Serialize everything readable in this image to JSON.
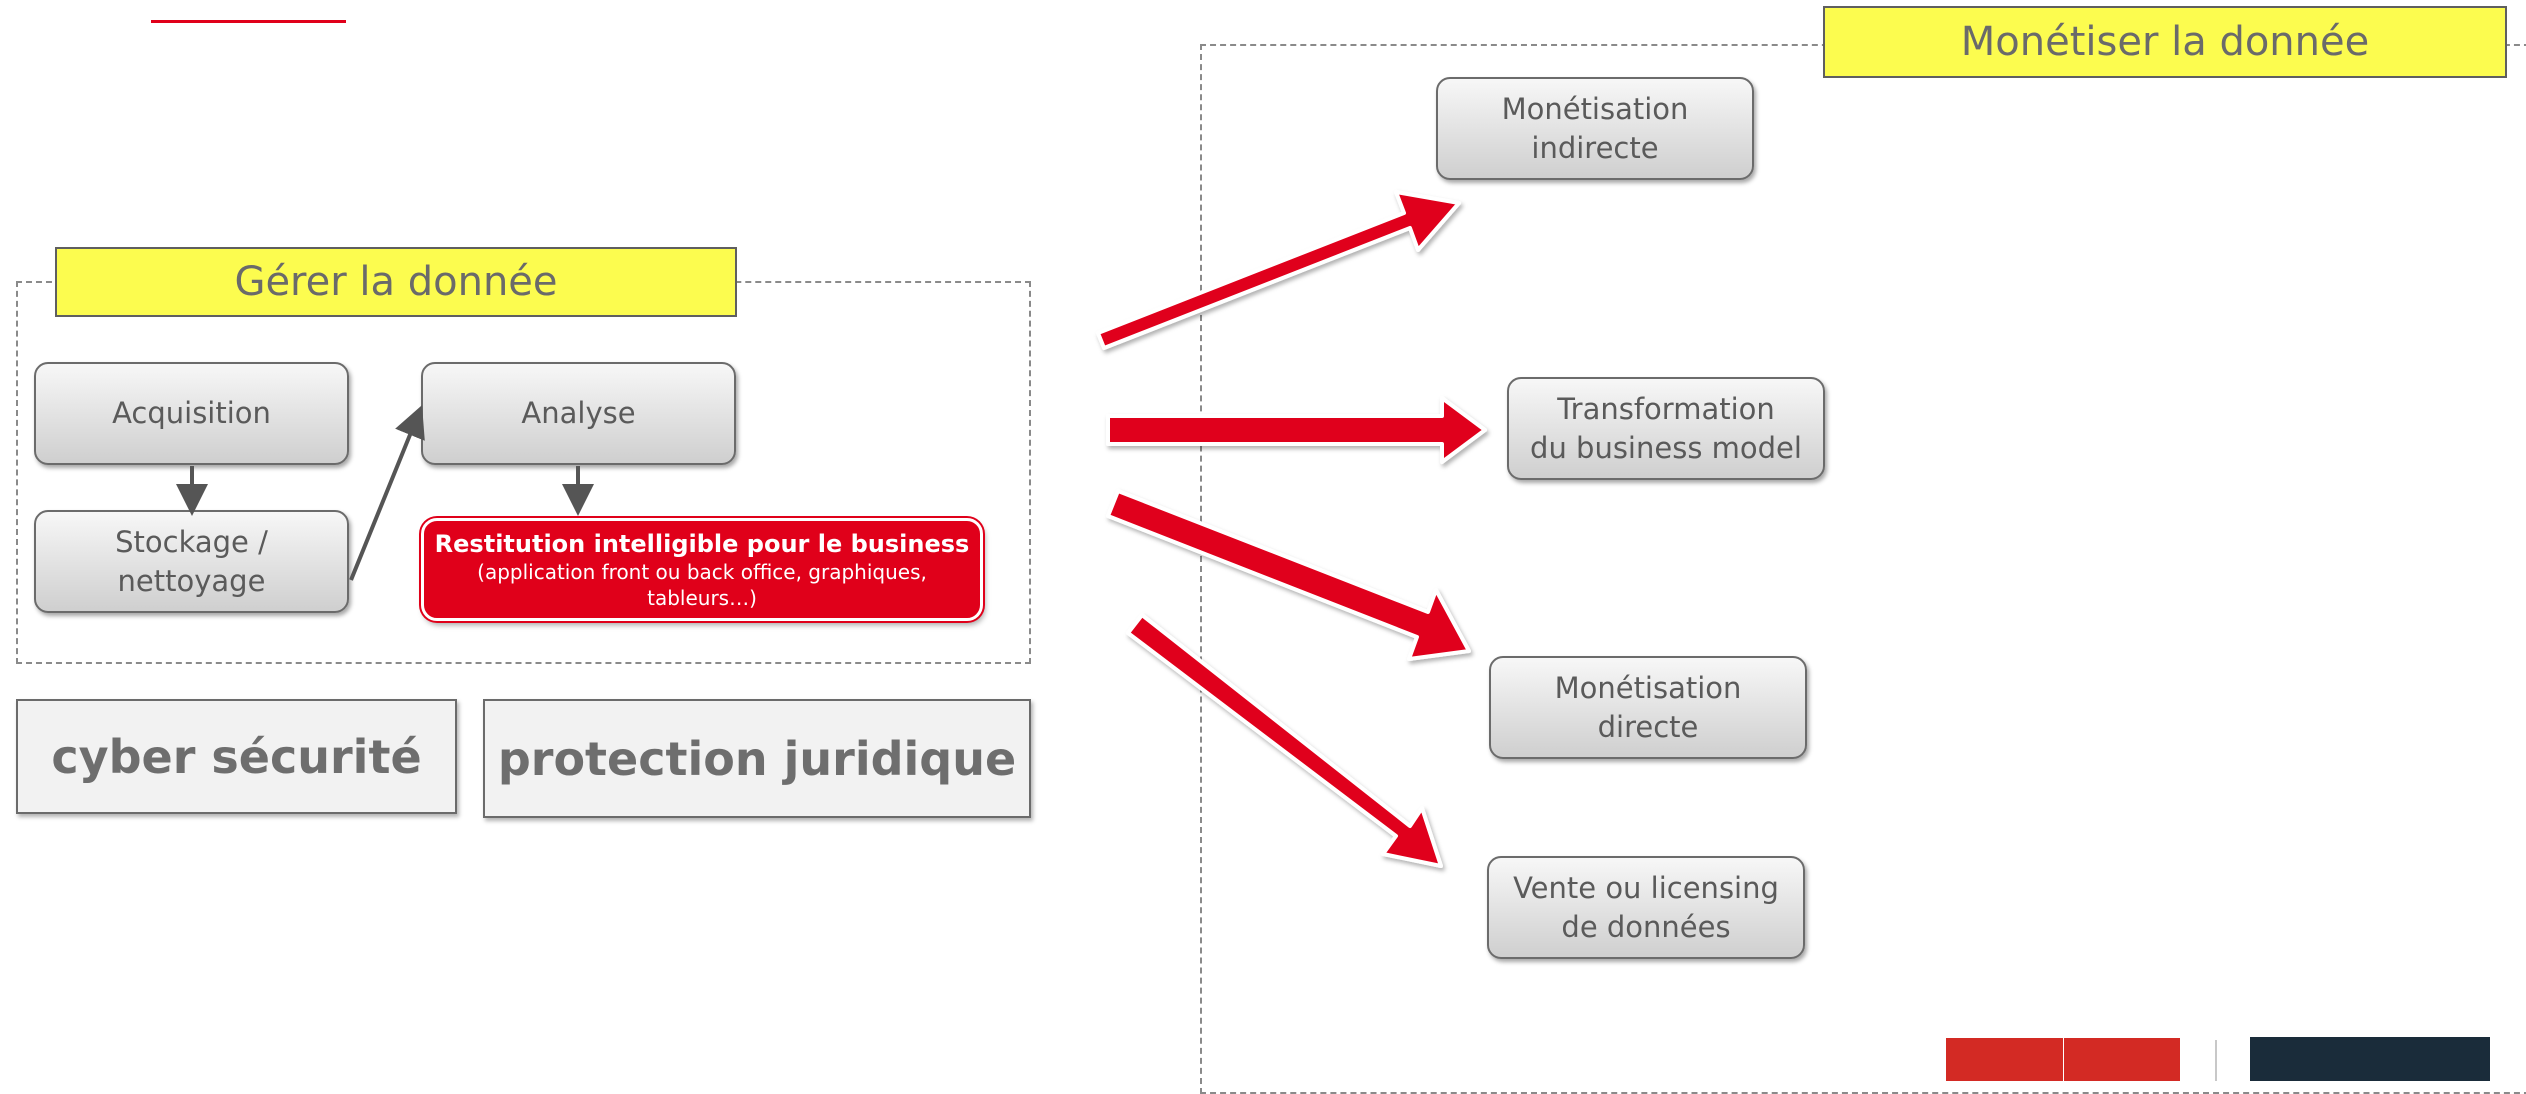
{
  "left_panel": {
    "title": "Gérer la donnée",
    "nodes": {
      "acquisition": "Acquisition",
      "stockage": [
        "Stockage /",
        "nettoyage"
      ],
      "analyse": "Analyse",
      "restitution_title": "Restitution intelligible pour le business",
      "restitution_detail": [
        "(application front ou back office, graphiques,",
        "tableurs…)"
      ]
    },
    "pillars": {
      "cyber": "cyber sécurité",
      "juridique": "protection juridique"
    }
  },
  "right_panel": {
    "title": "Monétiser la donnée",
    "outcomes": {
      "indirecte": [
        "Monétisation",
        "indirecte"
      ],
      "transformation": [
        "Transformation",
        "du business model"
      ],
      "directe": [
        "Monétisation",
        "directe"
      ],
      "vente": [
        "Vente ou licensing",
        "de données"
      ]
    }
  },
  "colors": {
    "accent_red": "#e0001a",
    "label_yellow": "#fcfc4f",
    "footer_red": "#d32a24",
    "footer_navy": "#1a2c3a"
  }
}
